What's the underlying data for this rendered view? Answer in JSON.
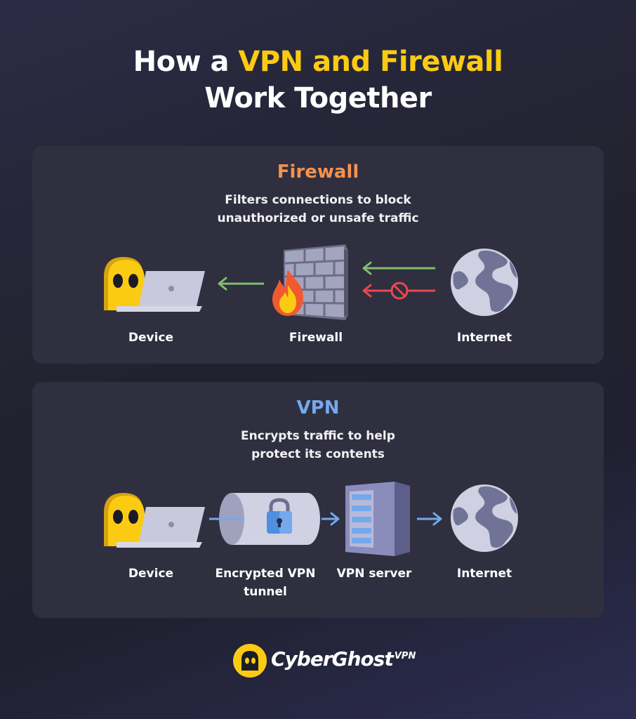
{
  "title": {
    "part1": "How a ",
    "highlight": "VPN and Firewall",
    "part2": "Work Together"
  },
  "firewall_panel": {
    "title": "Firewall",
    "title_color": "#f5924a",
    "description_line1": "Filters connections to block",
    "description_line2": "unauthorized or unsafe traffic",
    "nodes": {
      "device": "Device",
      "firewall": "Firewall",
      "internet": "Internet"
    },
    "allowed_color": "#7fbf6a",
    "blocked_color": "#e8484f"
  },
  "vpn_panel": {
    "title": "VPN",
    "title_color": "#74a9ec",
    "description_line1": "Encrypts traffic to help",
    "description_line2": "protect its contents",
    "nodes": {
      "device": "Device",
      "tunnel": "Encrypted VPN tunnel",
      "server": "VPN server",
      "internet": "Internet"
    },
    "flow_color": "#74a9ec"
  },
  "brand": {
    "name": "CyberGhost",
    "suffix": "VPN",
    "accent": "#fbcb14"
  }
}
